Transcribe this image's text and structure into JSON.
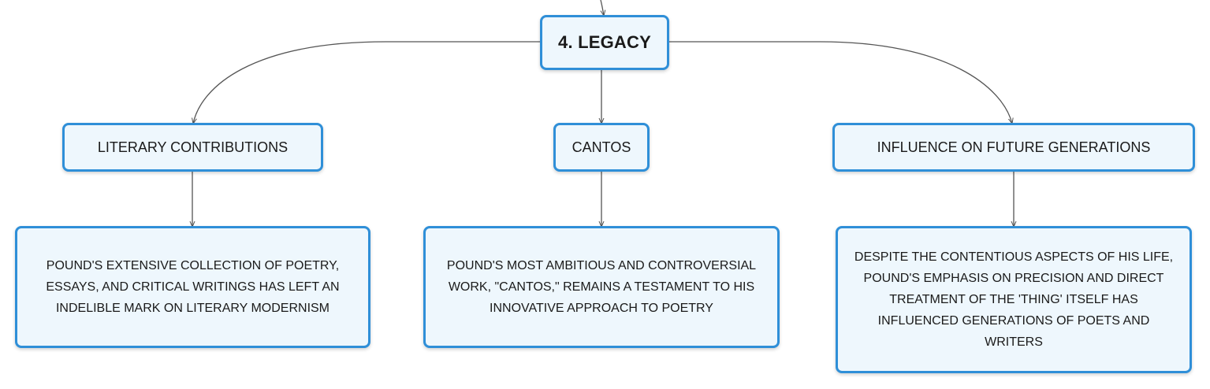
{
  "root": {
    "label": "4. LEGACY"
  },
  "branches": [
    {
      "label": "LITERARY CONTRIBUTIONS",
      "detail": "POUND'S EXTENSIVE COLLECTION OF POETRY, ESSAYS, AND CRITICAL WRITINGS HAS LEFT AN INDELIBLE MARK ON LITERARY MODERNISM"
    },
    {
      "label": "CANTOS",
      "detail": "POUND'S MOST AMBITIOUS AND CONTROVERSIAL WORK, \"CANTOS,\" REMAINS A TESTAMENT TO HIS INNOVATIVE APPROACH TO POETRY"
    },
    {
      "label": "INFLUENCE ON FUTURE GENERATIONS",
      "detail": "DESPITE THE CONTENTIOUS ASPECTS OF HIS LIFE, POUND'S EMPHASIS ON PRECISION AND DIRECT TREATMENT OF THE 'THING' ITSELF HAS INFLUENCED GENERATIONS OF POETS AND WRITERS"
    }
  ],
  "colors": {
    "node_border": "#2f8fd8",
    "node_fill": "#eef7fd",
    "connector": "#555555"
  }
}
